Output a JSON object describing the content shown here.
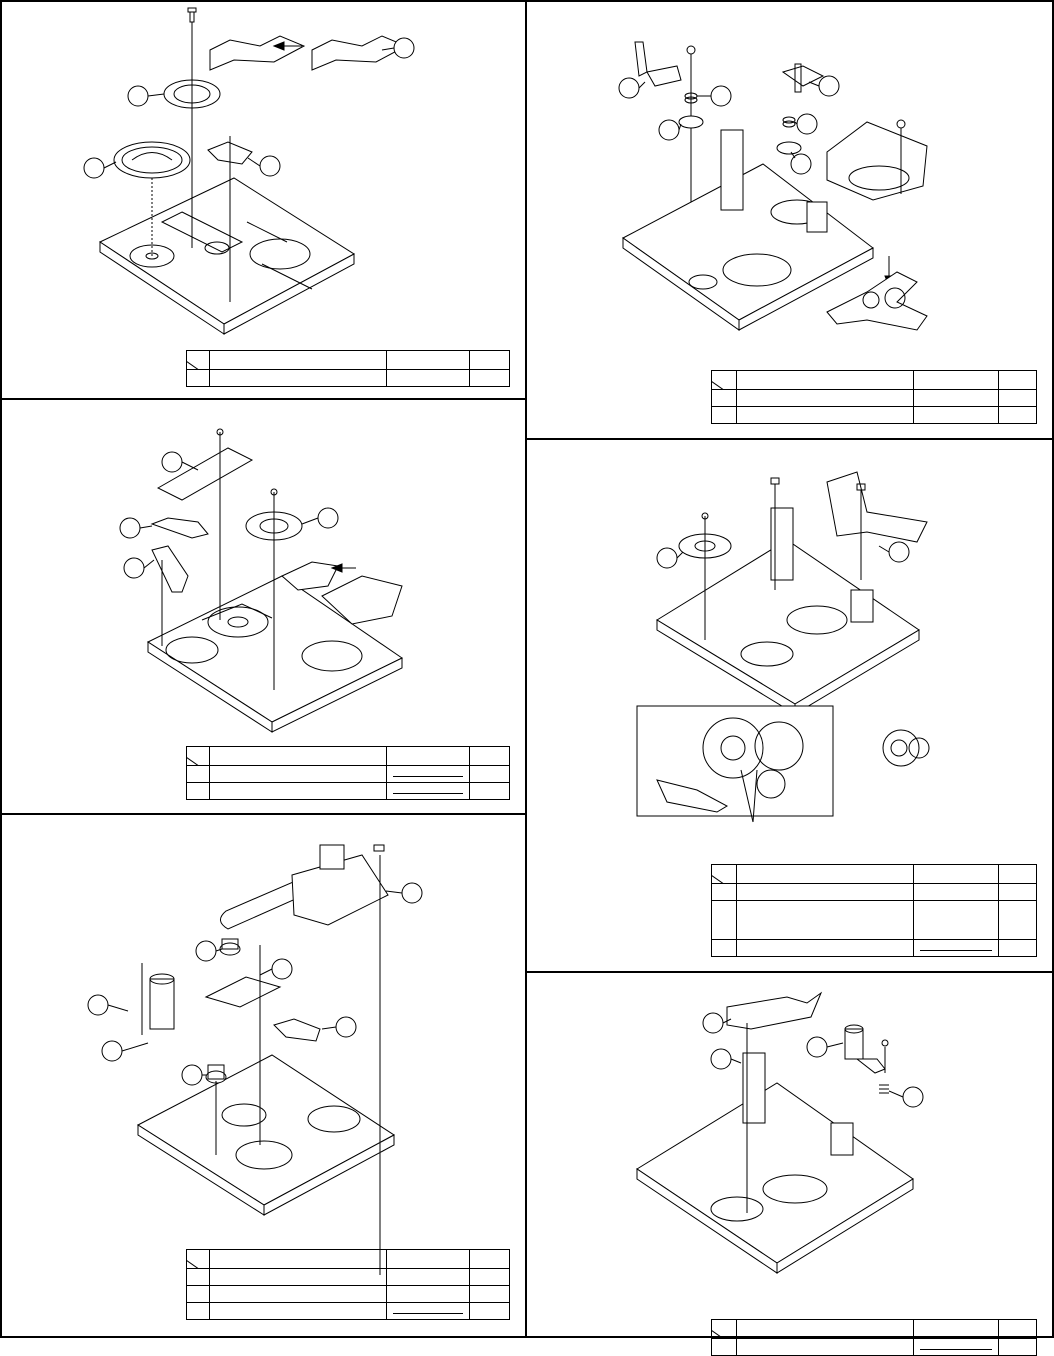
{
  "sheet": {
    "title": "",
    "panel_count": 6,
    "panels": [
      {
        "id": "A",
        "column": "left",
        "rows": 2,
        "callouts": 5
      },
      {
        "id": "B",
        "column": "left",
        "rows": 3,
        "callouts": 4
      },
      {
        "id": "C",
        "column": "left",
        "rows": 4,
        "callouts": 7
      },
      {
        "id": "D",
        "column": "right",
        "rows": 3,
        "callouts": 8
      },
      {
        "id": "E",
        "column": "right",
        "rows": 4,
        "callouts": 2
      },
      {
        "id": "F",
        "column": "right",
        "rows": 2,
        "callouts": 4
      }
    ]
  },
  "colors": {
    "line": "#000000",
    "paper": "#ffffff"
  }
}
